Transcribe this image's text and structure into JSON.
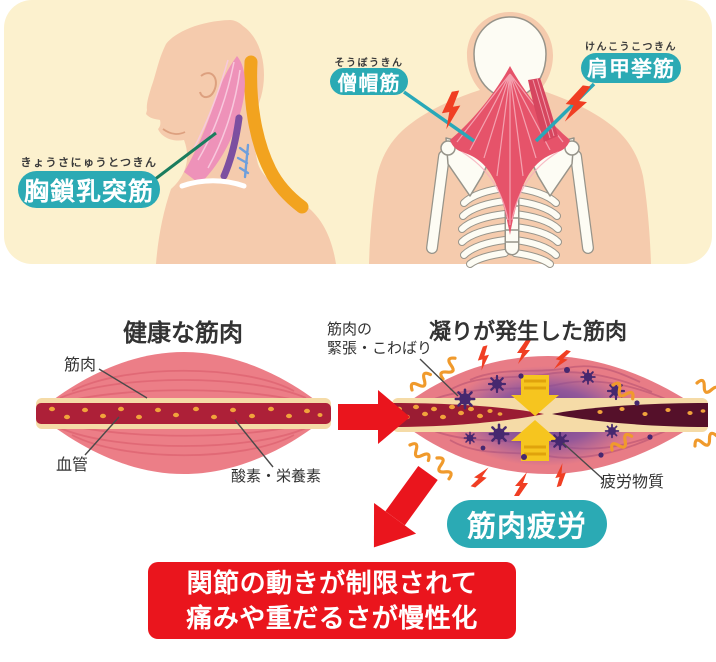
{
  "colors": {
    "panel_bg": "#FCF1CE",
    "badge_teal": "#2BAAB4",
    "accent_red": "#EA151D",
    "bolt_red": "#F03E23",
    "pointer_green": "#1B7D5E",
    "pointer_teal": "#29A8B8",
    "muscle_pink": "#EC7E87",
    "vessel_red": "#AD2038",
    "vessel_dark": "#55102A",
    "nutrient_orange": "#F1A33C",
    "compression_yellow": "#F6C51F",
    "fatigue_purple": "#46286F",
    "tremor_orange": "#F09A2C",
    "label_dark": "#333333"
  },
  "anatomy_panel": {
    "sternocleidomastoid": {
      "furigana": "きょうさにゅうとつきん",
      "label": "胸鎖乳突筋"
    },
    "trapezius": {
      "furigana": "そうぼうきん",
      "label": "僧帽筋"
    },
    "levator_scapulae": {
      "furigana": "けんこうこつきん",
      "label": "肩甲挙筋"
    }
  },
  "comparison": {
    "healthy": {
      "title": "健康な筋肉",
      "muscle_label": "筋肉",
      "vessel_label": "血管",
      "nutrient_label": "酸素・栄養素"
    },
    "stiff": {
      "title": "凝りが発生した筋肉",
      "tension_label_line1": "筋肉の",
      "tension_label_line2": "緊張・こわばり",
      "fatigue_label": "疲労物質"
    }
  },
  "result": {
    "fatigue_badge": "筋肉疲労",
    "conclusion_line1": "関節の動きが制限されて",
    "conclusion_line2": "痛みや重だるさが慢性化"
  }
}
